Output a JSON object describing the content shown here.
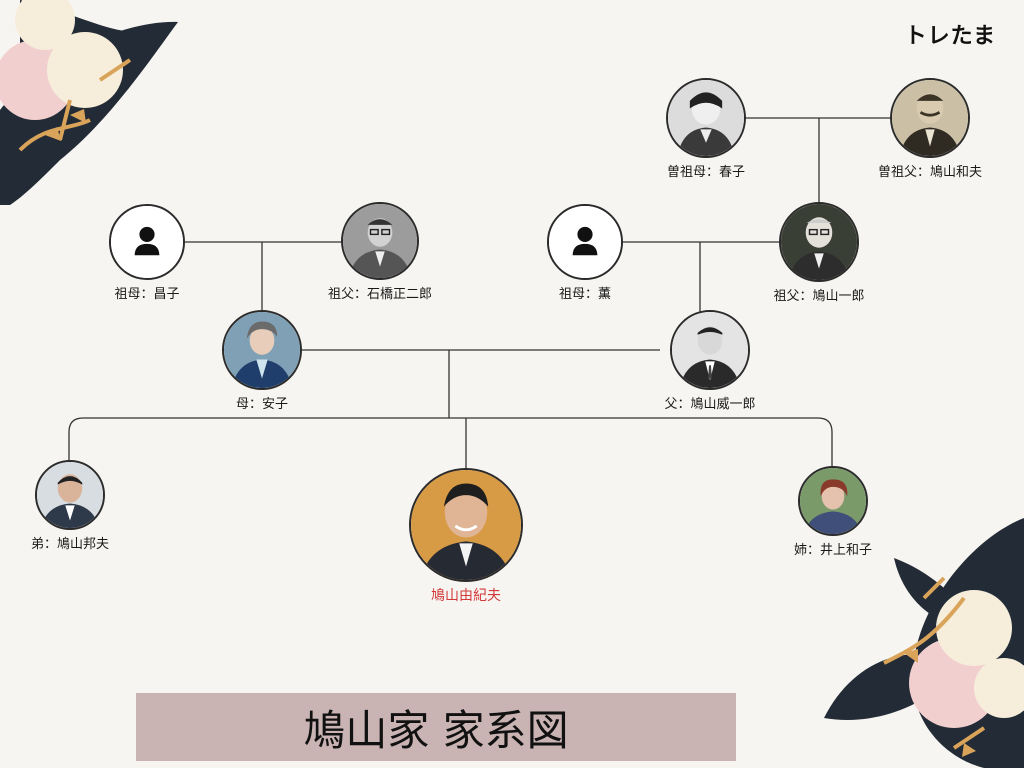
{
  "brand": "トレたま",
  "title": "鳩山家 家系図",
  "people": {
    "great_grandmother": "曽祖母：春子",
    "great_grandfather": "曽祖父：鳩山和夫",
    "maternal_grandmother": "祖母：昌子",
    "maternal_grandfather": "祖父：石橋正二郎",
    "paternal_grandmother": "祖母：薫",
    "paternal_grandfather": "祖父：鳩山一郎",
    "mother": "母：安子",
    "father": "父：鳩山威一郎",
    "younger_brother": "弟：鳩山邦夫",
    "self": "鳩山由紀夫",
    "elder_sister": "姉：井上和子"
  },
  "colors": {
    "background": "#f7f5f1",
    "title_box": "#c9b3b3",
    "highlight_name": "#d23a3a",
    "line": "#333333",
    "deco_dark": "#222b36",
    "deco_gold": "#d9a45a",
    "deco_pink": "#f2cfcf",
    "deco_cream": "#f6eedb"
  }
}
